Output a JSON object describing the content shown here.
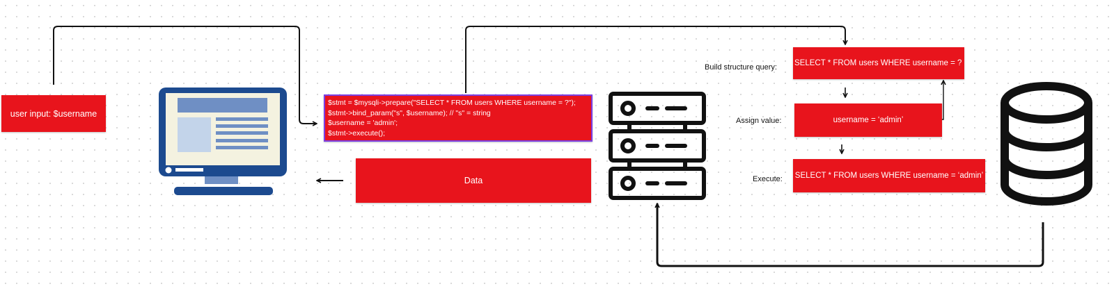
{
  "user_input_label": "user input: $username",
  "code_lines": [
    "$stmt = $mysqli->prepare(\"SELECT * FROM users WHERE username = ?\");",
    "$stmt->bind_param(\"s\", $username); // \"s\" = string",
    "$username = 'admin';",
    "$stmt->execute();"
  ],
  "data_label": "Data",
  "steps": {
    "build": {
      "label": "Build structure query:",
      "value": "SELECT * FROM users WHERE username = ?"
    },
    "assign": {
      "label": "Assign value:",
      "value": "username = ‘admin’"
    },
    "execute": {
      "label": "Execute:",
      "value": "SELECT * FROM users WHERE username = ‘admin’"
    }
  },
  "icons": [
    "computer-monitor-icon",
    "server-rack-icon",
    "database-icon"
  ],
  "colors": {
    "box_red": "#e8141c",
    "code_border": "#7b3fe4",
    "monitor_blue": "#1c4a8f",
    "line": "#111111"
  }
}
